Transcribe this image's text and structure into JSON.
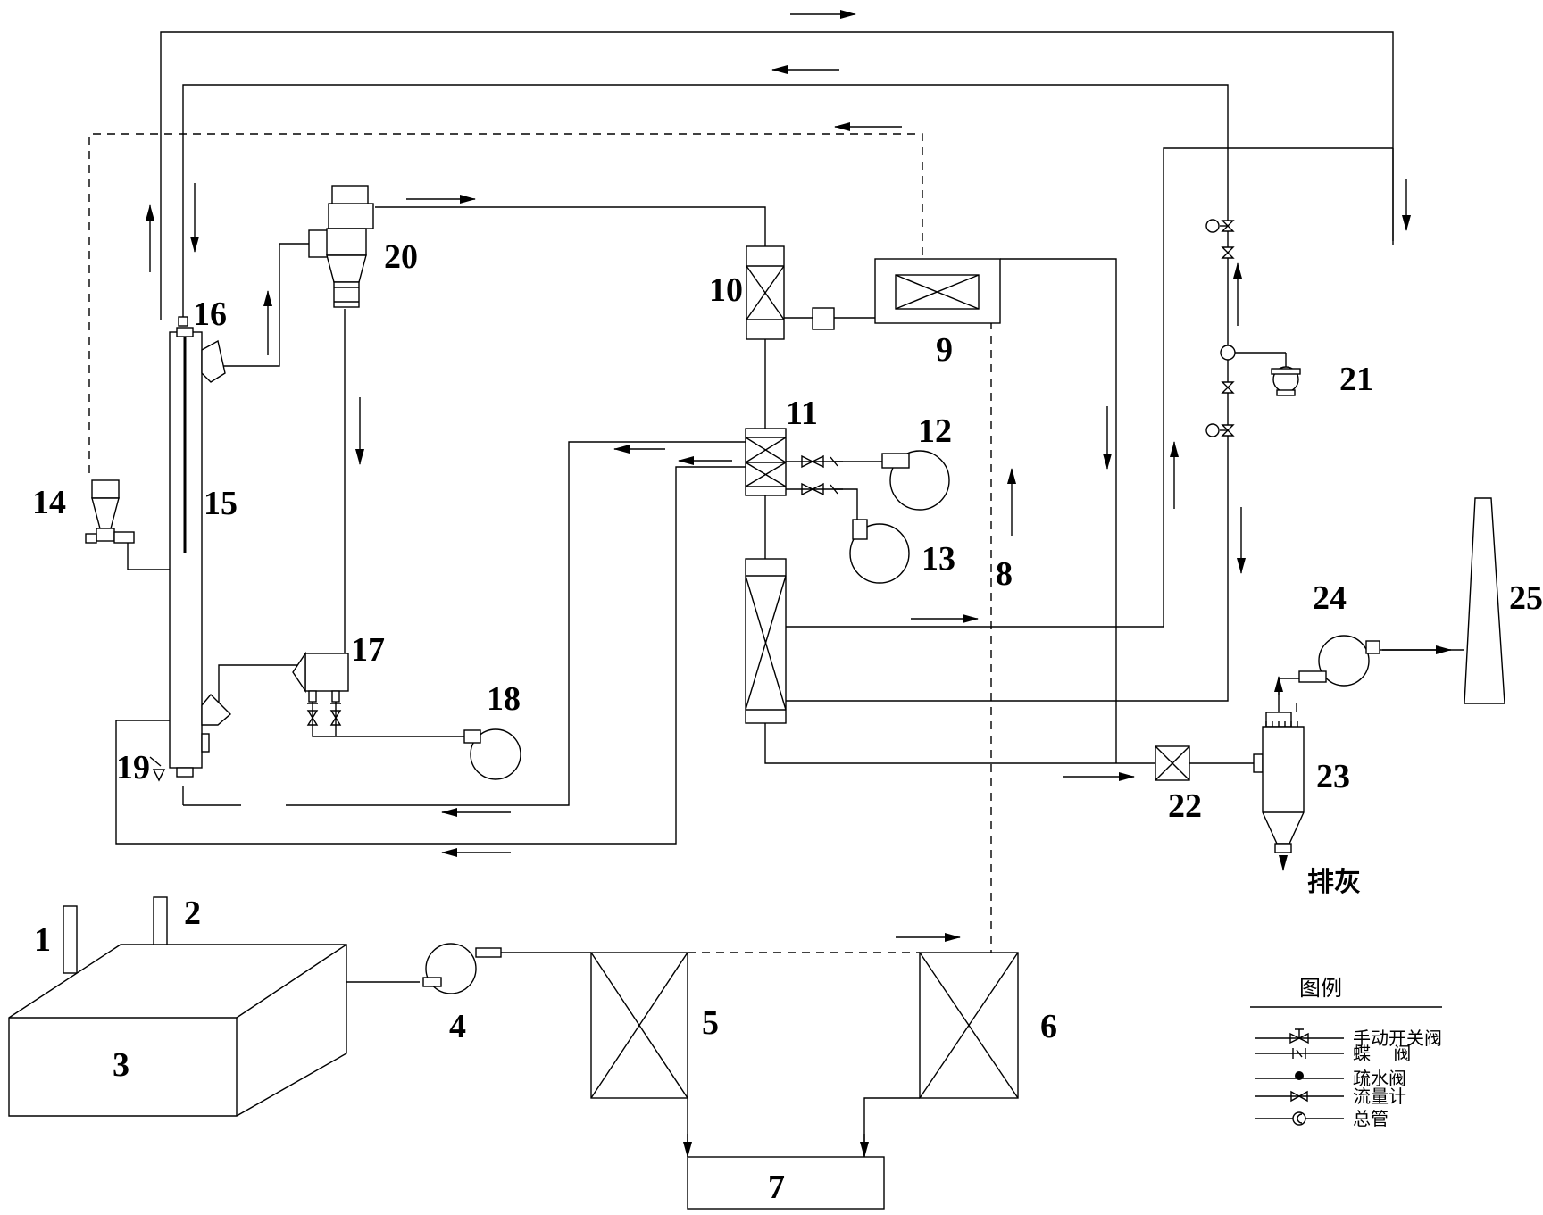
{
  "labels": {
    "n1": "1",
    "n2": "2",
    "n3": "3",
    "n4": "4",
    "n5": "5",
    "n6": "6",
    "n7": "7",
    "n8": "8",
    "n9": "9",
    "n10": "10",
    "n11": "11",
    "n12": "12",
    "n13": "13",
    "n14": "14",
    "n15": "15",
    "n16": "16",
    "n17": "17",
    "n18": "18",
    "n19": "19",
    "n20": "20",
    "n21": "21",
    "n22": "22",
    "n23": "23",
    "n24": "24",
    "n25": "25"
  },
  "ash_discharge": "排灰",
  "legend": {
    "title": "图例",
    "items": [
      {
        "label": "手动开关阀",
        "icon": "manual-valve-icon"
      },
      {
        "label": "蝶    阀",
        "icon": "butterfly-valve-icon"
      },
      {
        "label": "疏水阀",
        "icon": "drain-valve-icon"
      },
      {
        "label": "流量计",
        "icon": "flowmeter-icon"
      },
      {
        "label": "总管",
        "icon": "main-pipe-icon"
      }
    ]
  }
}
